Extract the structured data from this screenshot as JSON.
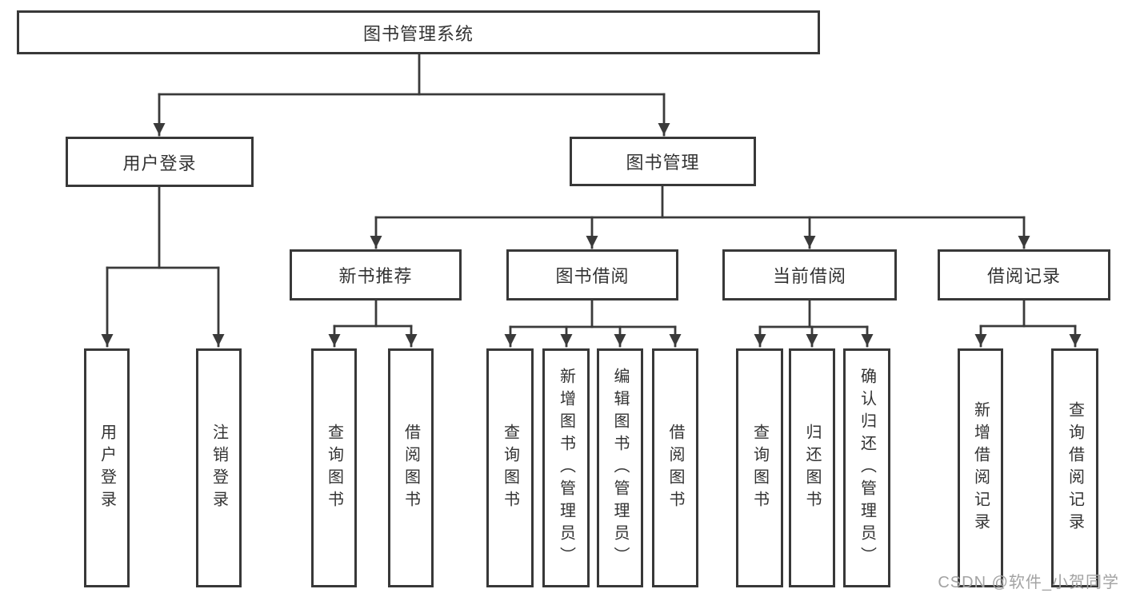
{
  "tree": {
    "root": {
      "label": "图书管理系统",
      "children": [
        {
          "label": "用户登录",
          "children": [
            {
              "label": "用户登录"
            },
            {
              "label": "注销登录"
            }
          ]
        },
        {
          "label": "图书管理",
          "children": [
            {
              "label": "新书推荐",
              "children": [
                {
                  "label": "查询图书"
                },
                {
                  "label": "借阅图书"
                }
              ]
            },
            {
              "label": "图书借阅",
              "children": [
                {
                  "label": "查询图书"
                },
                {
                  "label": "新增图书（管理员）"
                },
                {
                  "label": "编辑图书（管理员）"
                },
                {
                  "label": "借阅图书"
                }
              ]
            },
            {
              "label": "当前借阅",
              "children": [
                {
                  "label": "查询图书"
                },
                {
                  "label": "归还图书"
                },
                {
                  "label": "确认归还（管理员）"
                }
              ]
            },
            {
              "label": "借阅记录",
              "children": [
                {
                  "label": "新增借阅记录"
                },
                {
                  "label": "查询借阅记录"
                }
              ]
            }
          ]
        }
      ]
    }
  },
  "watermark": {
    "text": "CSDN @软件_小贺同学"
  },
  "colors": {
    "line": "#3a3a3a",
    "box_border": "#383838",
    "text": "#333333",
    "watermark": "#a3a3a3",
    "background": "#ffffff"
  }
}
